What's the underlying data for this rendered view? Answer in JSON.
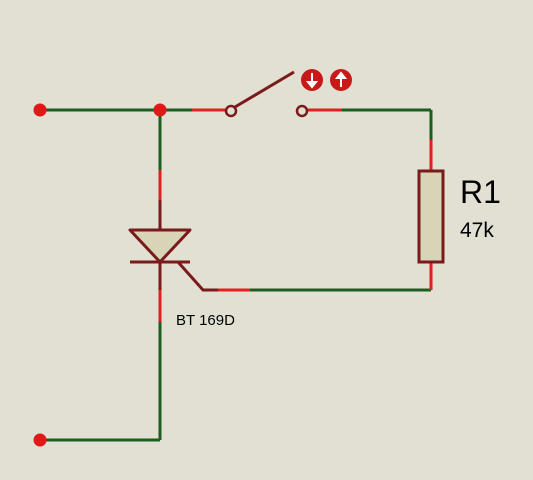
{
  "resistor": {
    "ref": "R1",
    "value": "47k"
  },
  "thyristor": {
    "part": "BT 169D"
  },
  "switch_controls": {
    "down_icon": "arrow-down-icon",
    "up_icon": "arrow-up-icon"
  },
  "colors": {
    "background": "#e1e0d2",
    "wire": "#1b5e20",
    "pin": "#e02020",
    "component_outline": "#7a1a1a",
    "resistor_fill": "#d8d4b8",
    "node": "#e01818"
  }
}
